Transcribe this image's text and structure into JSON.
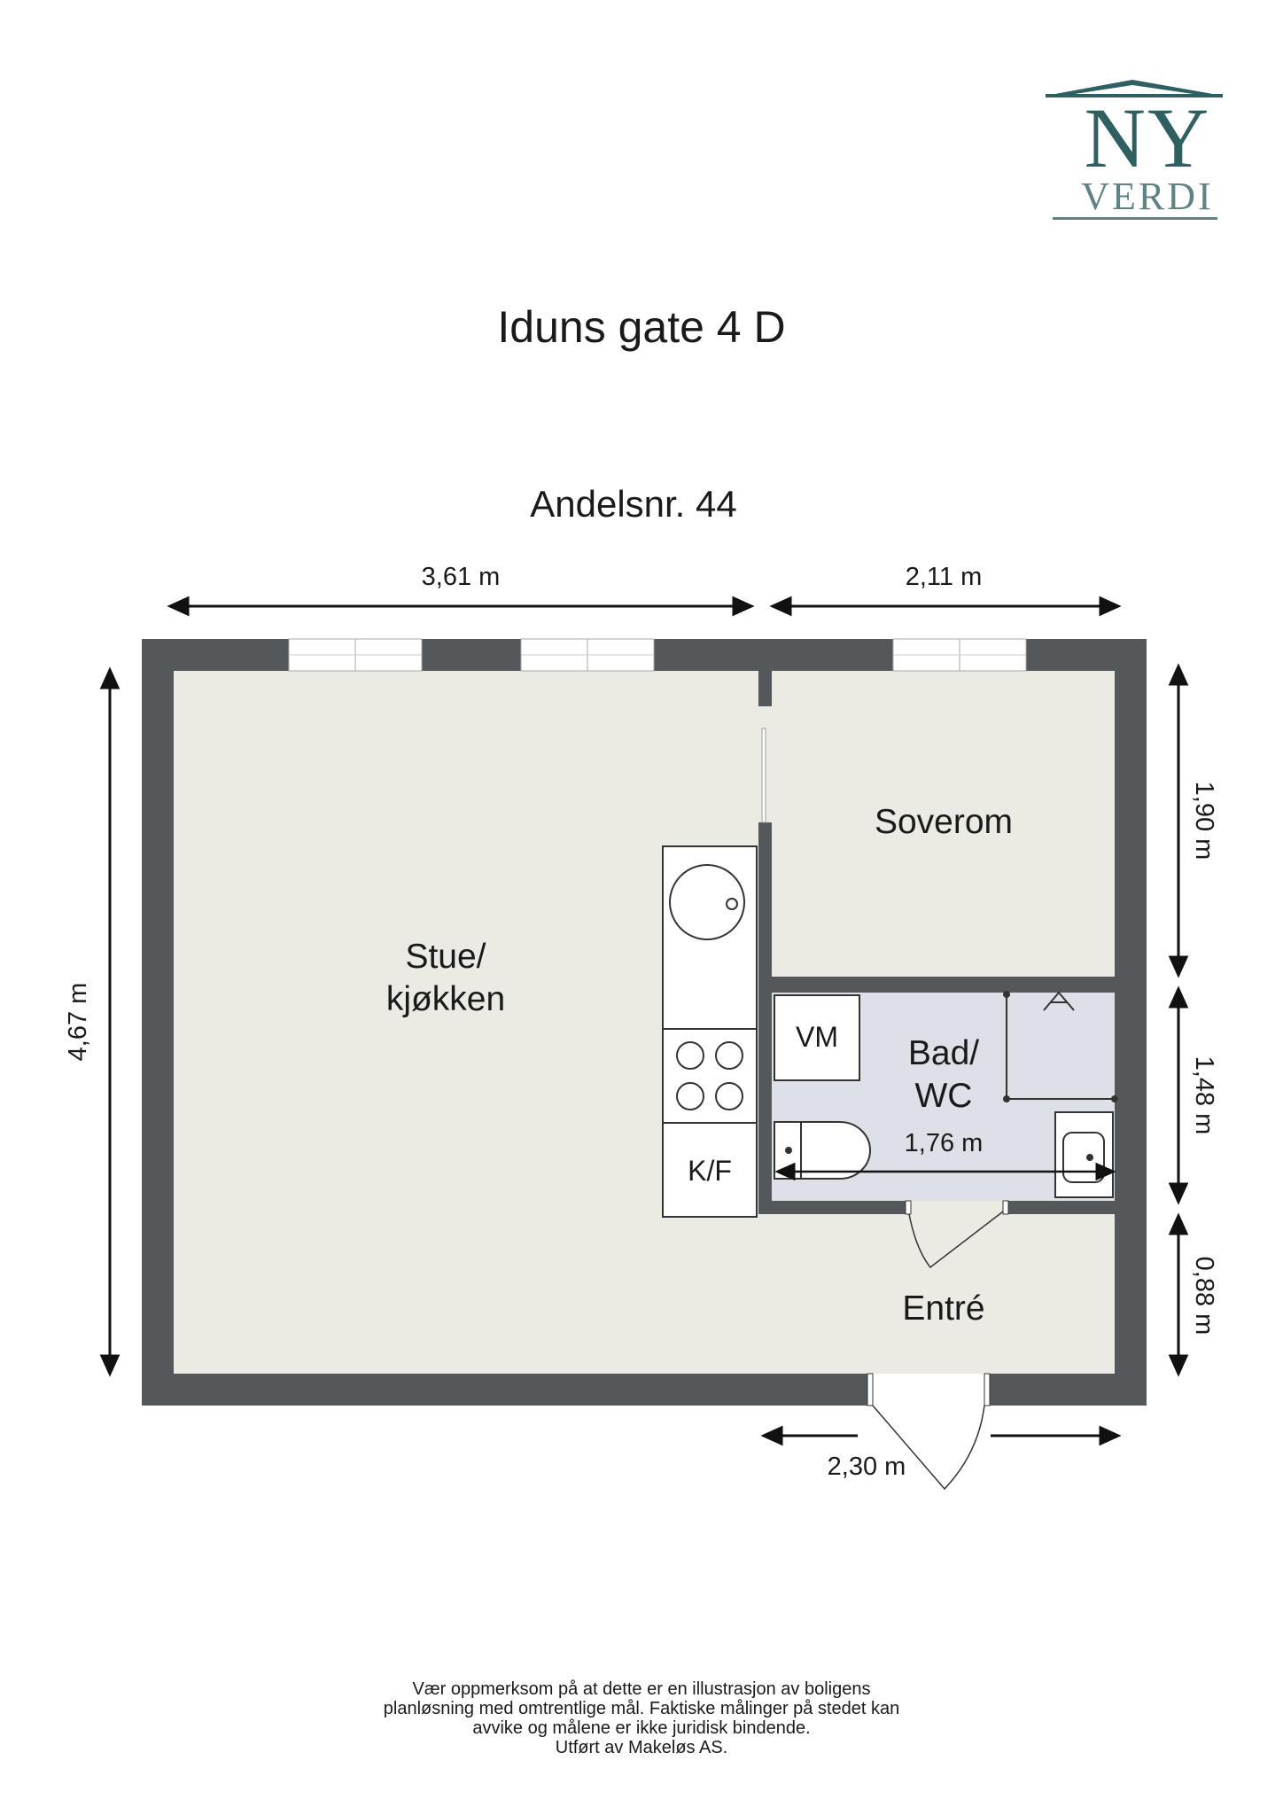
{
  "logo": {
    "line1": "NY",
    "line2": "VERDI",
    "color": "#2f5f61"
  },
  "address": "Iduns gate 4 D",
  "unit": "Andelsnr. 44",
  "rooms": {
    "living": [
      "Stue/",
      "kjøkken"
    ],
    "bedroom": "Soverom",
    "bathroom": [
      "Bad/",
      "WC"
    ],
    "entrance": "Entré",
    "washer": "VM",
    "fridge": "K/F"
  },
  "dimensions": {
    "top_left": "3,61 m",
    "top_right": "2,11 m",
    "left": "4,67 m",
    "right_top": "1,90 m",
    "right_middle": "1,48 m",
    "right_bottom": "0,88 m",
    "bathroom_width": "1,76 m",
    "bottom": "2,30 m"
  },
  "disclaimer": [
    "Vær oppmerksom på at dette er en illustrasjon av boligens",
    "planløsning med omtrentlige mål. Faktiske målinger på stedet kan",
    "avvike og målene er ikke juridisk bindende.",
    "Utført av Makeløs AS."
  ],
  "colors": {
    "wall": "#55585b",
    "floor": "#ebebe4",
    "bathroom_floor": "#dde0e6"
  }
}
